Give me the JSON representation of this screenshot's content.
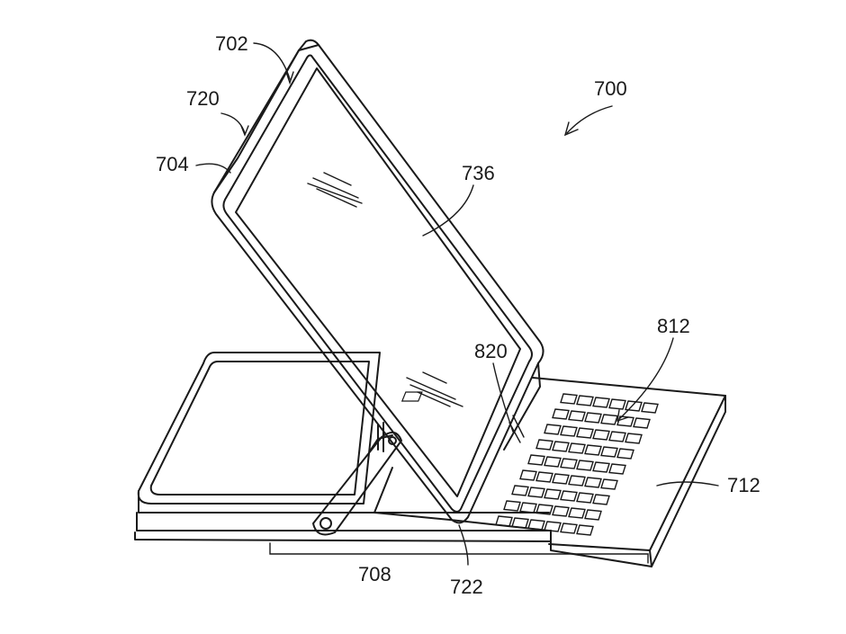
{
  "figure": {
    "labels": {
      "l702": "702",
      "l720": "720",
      "l704": "704",
      "l700": "700",
      "l736": "736",
      "l812": "812",
      "l820": "820",
      "l712": "712",
      "l708": "708",
      "l722": "722"
    },
    "ink_color": "#1a1a1a",
    "background": "#ffffff"
  }
}
